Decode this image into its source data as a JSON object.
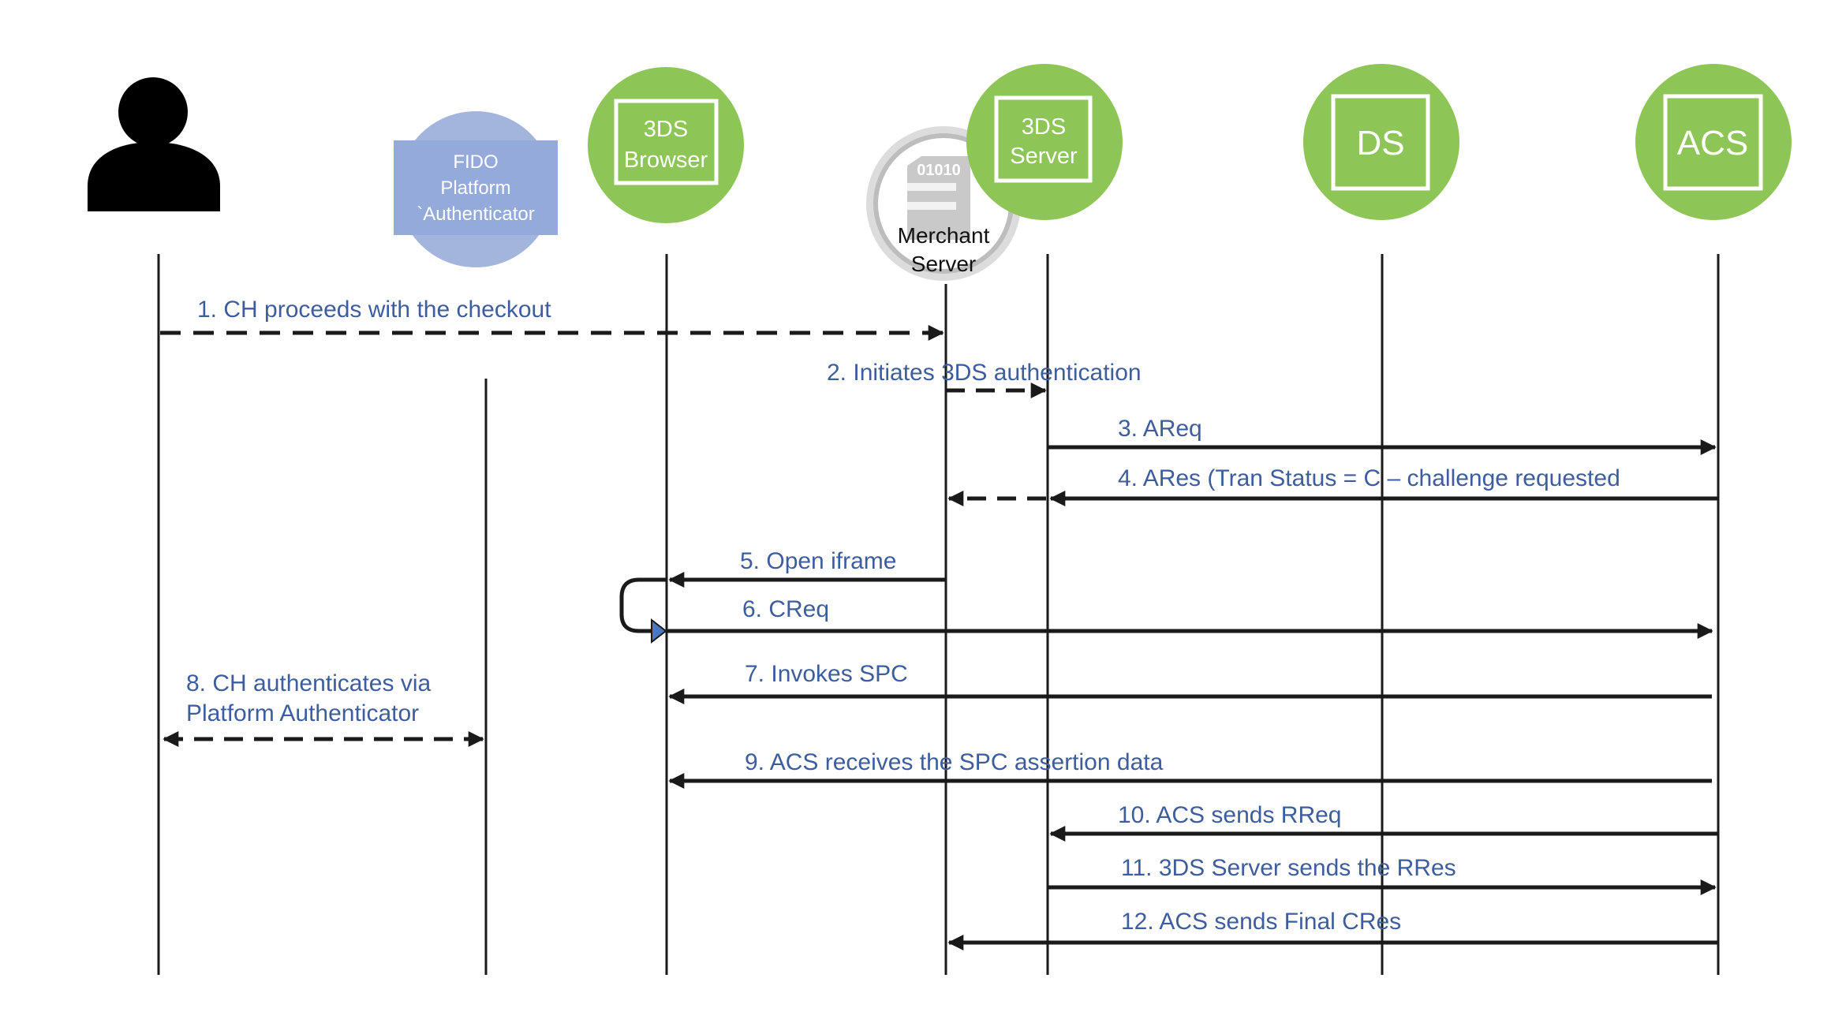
{
  "participants": {
    "cardholder": {
      "icon": "person-icon"
    },
    "fido": {
      "lines": [
        "FIDO",
        "Platform",
        "`Authenticator"
      ]
    },
    "browser": {
      "lines": [
        "3DS",
        "Browser"
      ]
    },
    "merchant": {
      "lines": [
        "Merchant",
        "Server"
      ],
      "icon_digits": "01010"
    },
    "server": {
      "lines": [
        "3DS",
        "Server"
      ]
    },
    "ds": {
      "lines": [
        "DS"
      ]
    },
    "acs": {
      "lines": [
        "ACS"
      ]
    }
  },
  "messages": [
    {
      "id": "m1",
      "from": "cardholder",
      "to": "merchant",
      "style": "dashed",
      "lines": [
        "1. CH proceeds with the checkout"
      ]
    },
    {
      "id": "m2",
      "from": "merchant",
      "to": "server",
      "style": "dashed",
      "lines": [
        "2. Initiates 3DS authentication"
      ]
    },
    {
      "id": "m3",
      "from": "server",
      "to": "acs",
      "style": "solid",
      "lines": [
        "3. AReq"
      ]
    },
    {
      "id": "m4",
      "from": "acs",
      "to": "merchant",
      "style": "mixed",
      "lines": [
        "4. ARes (Tran Status = C – challenge requested"
      ]
    },
    {
      "id": "m5",
      "from": "merchant",
      "to": "browser",
      "style": "solid",
      "lines": [
        "5. Open iframe"
      ]
    },
    {
      "id": "m6",
      "from": "browser",
      "to": "acs",
      "style": "solid",
      "lines": [
        "6. CReq"
      ]
    },
    {
      "id": "m7",
      "from": "acs",
      "to": "browser",
      "style": "solid",
      "lines": [
        "7. Invokes SPC"
      ]
    },
    {
      "id": "m8",
      "from": "cardholder",
      "to": "fido",
      "style": "dashed-both",
      "lines": [
        "8. CH authenticates via",
        "Platform Authenticator"
      ]
    },
    {
      "id": "m9",
      "from": "acs",
      "to": "browser",
      "style": "solid",
      "lines": [
        "9. ACS receives the SPC assertion data"
      ]
    },
    {
      "id": "m10",
      "from": "acs",
      "to": "server",
      "style": "solid",
      "lines": [
        "10. ACS sends RReq"
      ]
    },
    {
      "id": "m11",
      "from": "server",
      "to": "acs",
      "style": "solid",
      "lines": [
        "11. 3DS Server sends the RRes"
      ]
    },
    {
      "id": "m12",
      "from": "acs",
      "to": "merchant",
      "style": "solid",
      "lines": [
        "12. ACS sends Final CRes"
      ]
    }
  ],
  "colors": {
    "participant_green": "#8dc657",
    "fido_circle": "#a4b5dd",
    "fido_box": "#93aadb",
    "message_text": "#3d5d9e",
    "line": "#1a1a1a",
    "self_call_marker": "#4a78c2"
  }
}
